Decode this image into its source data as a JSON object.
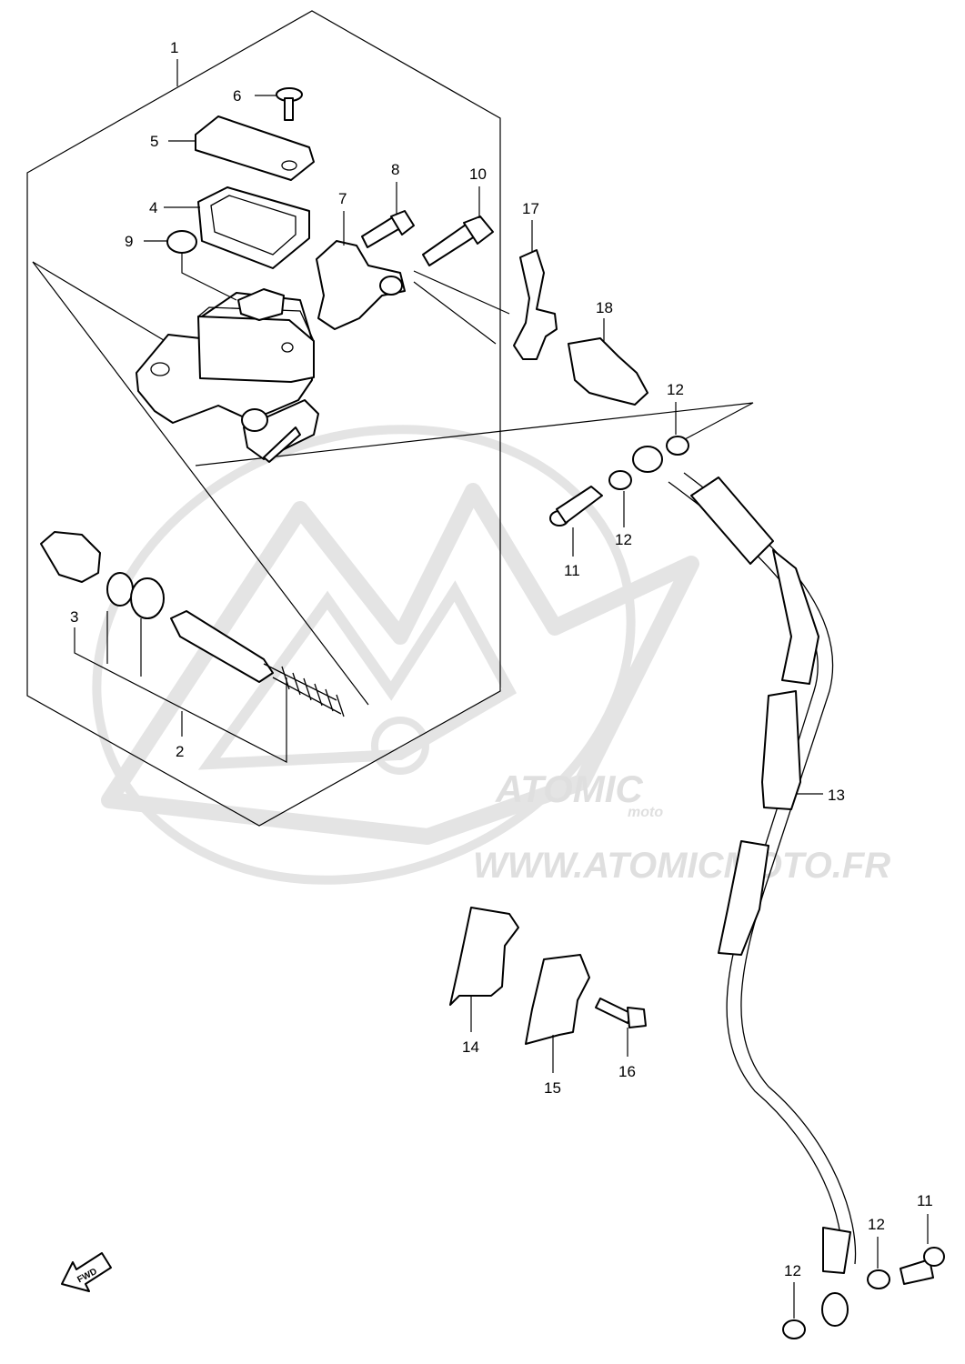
{
  "callouts": [
    "1",
    "2",
    "3",
    "4",
    "5",
    "6",
    "7",
    "8",
    "9",
    "10",
    "11",
    "11",
    "12",
    "12",
    "12",
    "12",
    "13",
    "14",
    "15",
    "16",
    "17",
    "18"
  ],
  "watermark": {
    "brand": "ATOMIC",
    "sub": "moto",
    "url": "WWW.ATOMICMOTO.FR"
  },
  "fwd_label": "FWD"
}
